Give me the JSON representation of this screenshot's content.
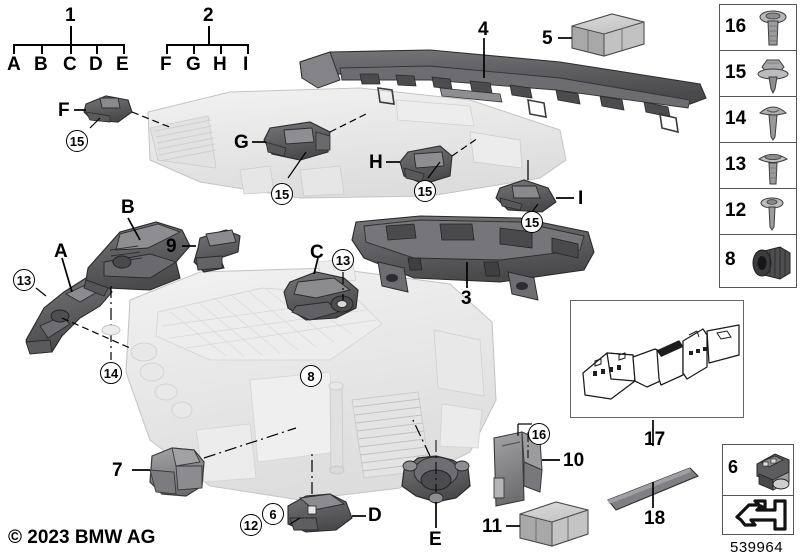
{
  "diagram": {
    "title": "BMW headlight mounting parts exploded diagram",
    "number": "539964",
    "copyright": "© 2023 BMW AG"
  },
  "brackets": [
    {
      "number": "1",
      "members": [
        "A",
        "B",
        "C",
        "D",
        "E"
      ]
    },
    {
      "number": "2",
      "members": [
        "F",
        "G",
        "H",
        "I"
      ]
    }
  ],
  "letter_labels": [
    {
      "id": "A",
      "label": "A"
    },
    {
      "id": "B",
      "label": "B"
    },
    {
      "id": "C",
      "label": "C"
    },
    {
      "id": "D",
      "label": "D"
    },
    {
      "id": "E",
      "label": "E"
    },
    {
      "id": "F",
      "label": "F"
    },
    {
      "id": "G",
      "label": "G"
    },
    {
      "id": "H",
      "label": "H"
    },
    {
      "id": "I",
      "label": "I"
    }
  ],
  "part_numbers": [
    {
      "id": "3",
      "label": "3"
    },
    {
      "id": "4",
      "label": "4"
    },
    {
      "id": "5",
      "label": "5"
    },
    {
      "id": "7",
      "label": "7"
    },
    {
      "id": "9",
      "label": "9"
    },
    {
      "id": "10",
      "label": "10"
    },
    {
      "id": "11",
      "label": "11"
    },
    {
      "id": "17",
      "label": "17"
    },
    {
      "id": "18",
      "label": "18"
    }
  ],
  "callouts": [
    {
      "id": "c13a",
      "label": "13"
    },
    {
      "id": "c13b",
      "label": "13"
    },
    {
      "id": "c14",
      "label": "14"
    },
    {
      "id": "c15a",
      "label": "15"
    },
    {
      "id": "c15b",
      "label": "15"
    },
    {
      "id": "c15c",
      "label": "15"
    },
    {
      "id": "c15d",
      "label": "15"
    },
    {
      "id": "c8",
      "label": "8"
    },
    {
      "id": "c16",
      "label": "16"
    },
    {
      "id": "c12",
      "label": "12"
    },
    {
      "id": "c6",
      "label": "6"
    }
  ],
  "fastener_boxes": [
    {
      "number": "16",
      "icon": "flange-head-screw-icon"
    },
    {
      "number": "15",
      "icon": "hex-flange-bolt-icon"
    },
    {
      "number": "14",
      "icon": "dome-rivet-icon"
    },
    {
      "number": "13",
      "icon": "pan-head-screw-icon"
    },
    {
      "number": "12",
      "icon": "small-washer-screw-icon"
    },
    {
      "number": "8",
      "icon": "knurled-bushing-icon"
    }
  ],
  "side_boxes": [
    {
      "number": "6",
      "icon": "connector-module-icon"
    },
    {
      "number": "",
      "icon": "direction-arrow-icon"
    }
  ],
  "illustration_box": {
    "name": "headlight-assembly-line-art",
    "caption": "17"
  },
  "colors": {
    "ghost_body": "#e9e9e9",
    "dark_part": "#58585a",
    "mid_part": "#8d8d8f",
    "light_part": "#c9c9c9",
    "outline": "#000000"
  }
}
